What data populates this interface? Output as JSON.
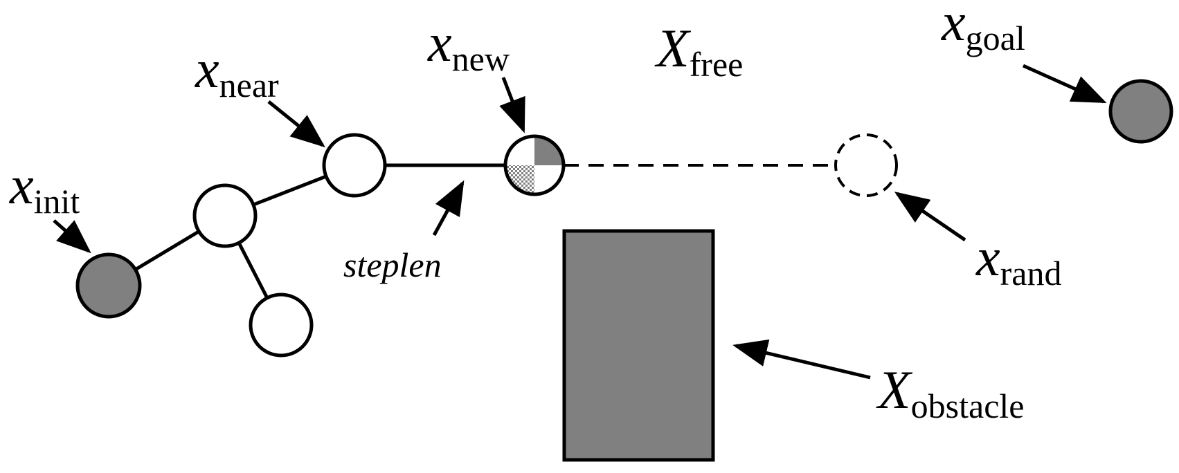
{
  "labels": {
    "x_init": {
      "base": "x",
      "sub": "init"
    },
    "x_near": {
      "base": "x",
      "sub": "near"
    },
    "x_new": {
      "base": "x",
      "sub": "new"
    },
    "x_free": {
      "base": "X",
      "sub": "free"
    },
    "x_goal": {
      "base": "x",
      "sub": "goal"
    },
    "x_rand": {
      "base": "x",
      "sub": "rand"
    },
    "x_obstacle": {
      "base": "X",
      "sub": "obstacle"
    },
    "steplen": "steplen"
  },
  "colors": {
    "node_fill": "#ffffff",
    "node_filled": "#808080",
    "obstacle": "#808080",
    "stroke": "#000000"
  }
}
